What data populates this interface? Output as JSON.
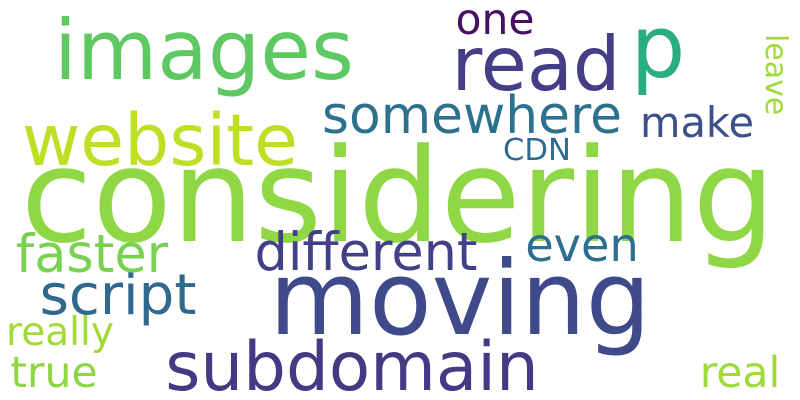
{
  "words": [
    {
      "text": "considering",
      "color": "#8fd744"
    },
    {
      "text": "moving",
      "color": "#3e4a89"
    },
    {
      "text": "subdomain",
      "color": "#443983"
    },
    {
      "text": "images",
      "color": "#5ec962"
    },
    {
      "text": "website",
      "color": "#bddf26"
    },
    {
      "text": "p",
      "color": "#29af7f"
    },
    {
      "text": "read",
      "color": "#433e85"
    },
    {
      "text": "somewhere",
      "color": "#2c728e"
    },
    {
      "text": "different",
      "color": "#424086"
    },
    {
      "text": "script",
      "color": "#31688e"
    },
    {
      "text": "faster",
      "color": "#7ad151"
    },
    {
      "text": "even",
      "color": "#2e6e8e"
    },
    {
      "text": "make",
      "color": "#3b518b"
    },
    {
      "text": "one",
      "color": "#471063"
    },
    {
      "text": "CDN",
      "color": "#2f6b8e"
    },
    {
      "text": "leave",
      "color": "#a0da39"
    },
    {
      "text": "really",
      "color": "#a2da37"
    },
    {
      "text": "true",
      "color": "#8ed645"
    },
    {
      "text": "real",
      "color": "#9fda3a"
    }
  ]
}
